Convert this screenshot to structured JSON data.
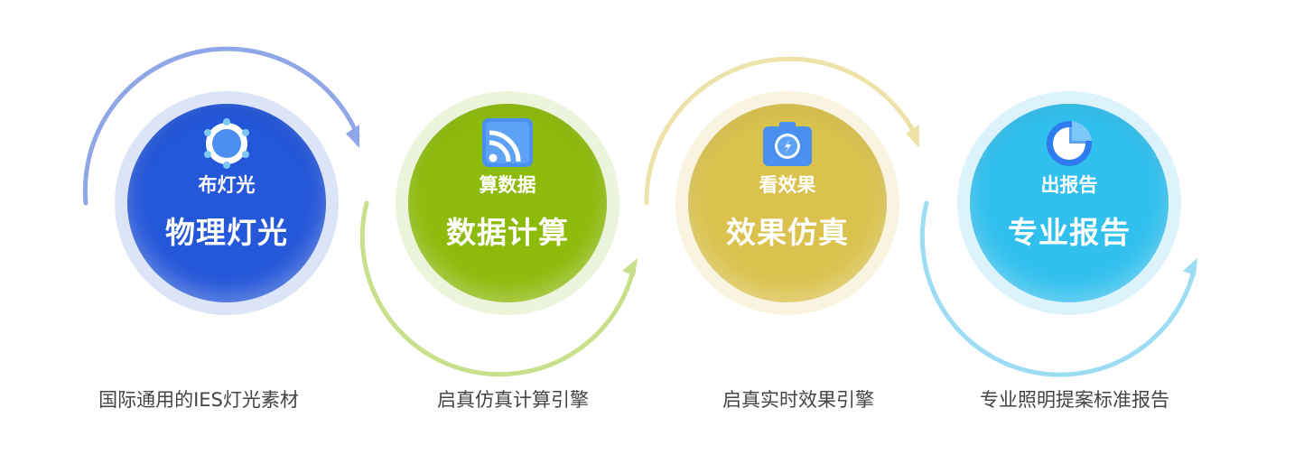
{
  "steps": [
    {
      "label": "布灯光",
      "title": "物理灯光",
      "description": "国际通用的IES灯光素材",
      "color": "#2557D9",
      "halo": "#DCE4F7",
      "arc": "#8FA7E6",
      "icon": "lighting-node-icon"
    },
    {
      "label": "算数据",
      "title": "数据计算",
      "description": "启真仿真计算引擎",
      "color": "#8DBB0C",
      "halo": "#EDF4DC",
      "arc": "#C8E08A",
      "icon": "cast-screen-icon"
    },
    {
      "label": "看效果",
      "title": "效果仿真",
      "description": "启真实时效果引擎",
      "color": "#DBC24E",
      "halo": "#F8F4DF",
      "arc": "#EDE2A8",
      "icon": "camera-icon"
    },
    {
      "label": "出报告",
      "title": "专业报告",
      "description": "专业照明提案标准报告",
      "color": "#31C0EE",
      "halo": "#DDF3FB",
      "arc": "#9CDDF4",
      "icon": "pie-chart-icon"
    }
  ]
}
